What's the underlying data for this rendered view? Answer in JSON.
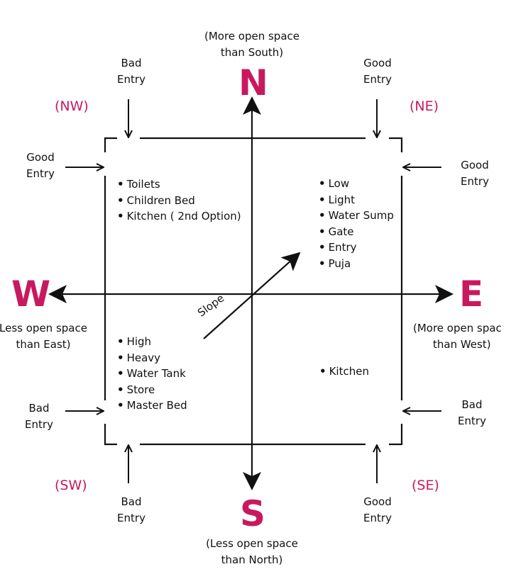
{
  "colors": {
    "accent": "#c8195f",
    "ink": "#111111",
    "background": "#ffffff"
  },
  "directions": {
    "north": "N",
    "south": "S",
    "east": "E",
    "west": "W"
  },
  "corners": {
    "nw": "(NW)",
    "ne": "(NE)",
    "sw": "(SW)",
    "se": "(SE)"
  },
  "captions": {
    "north": [
      "(More open space",
      "than South)"
    ],
    "south": [
      "(Less open space",
      "than North)"
    ],
    "west": [
      "Less open space",
      "than East)"
    ],
    "east": [
      "(More open spac",
      "than West)"
    ]
  },
  "entries": {
    "nw_top": [
      "Bad",
      "Entry"
    ],
    "ne_top": [
      "Good",
      "Entry"
    ],
    "nw_left": [
      "Good",
      "Entry"
    ],
    "ne_right": [
      "Good",
      "Entry"
    ],
    "sw_left": [
      "Bad",
      "Entry"
    ],
    "se_right": [
      "Bad",
      "Entry"
    ],
    "sw_bottom": [
      "Bad",
      "Entry"
    ],
    "se_bottom": [
      "Good",
      "Entry"
    ]
  },
  "zones": {
    "nw": [
      "Toilets",
      "Children Bed",
      "Kitchen ( 2nd Option)"
    ],
    "ne": [
      "Low",
      "Light",
      "Water Sump",
      "Gate",
      "Entry",
      "Puja"
    ],
    "sw": [
      "High",
      "Heavy",
      "Water Tank",
      "Store",
      "Master Bed"
    ],
    "se": [
      "Kitchen"
    ]
  },
  "slope_label": "Slope"
}
